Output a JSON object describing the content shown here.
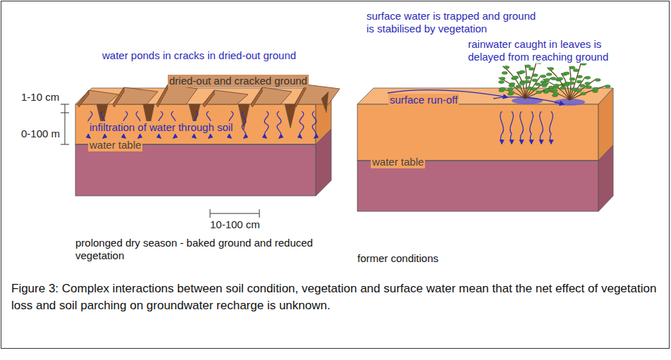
{
  "diagram": {
    "caption": "Figure 3: Complex interactions between soil condition, vegetation and surface water mean that the net effect of vegetation loss and soil parching on groundwater recharge is unknown.",
    "labels": [
      "water ponds in cracks in dried-out ground",
      "dried-out and cracked ground",
      "1-10 cm",
      "0-100 m",
      "infiltration of water through soil",
      "water table",
      "10-100 cm",
      "prolonged dry season - baked ground and reduced vegetation",
      "surface water is trapped and ground is stabilised by vegetation",
      "rainwater caught in leaves is delayed from reaching ground",
      "surface run-off",
      "water table",
      "former conditions"
    ]
  }
}
